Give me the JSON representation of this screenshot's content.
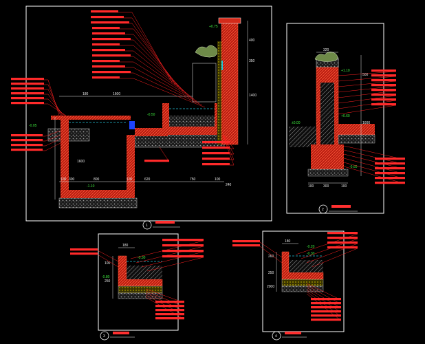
{
  "colors": {
    "background": "#000000",
    "frame": "#ffffff",
    "leader": "#ff2020",
    "dimension": "#e8e8e8",
    "elevation": "#3ee83e",
    "wall": "#d42a1a",
    "ground": "#8a8a8a",
    "accent_cyan": "#26c6da",
    "accent_yellow": "#e8d400"
  },
  "drawings": [
    {
      "id": "section-1",
      "number": "1"
    },
    {
      "id": "section-2",
      "number": "2"
    },
    {
      "id": "section-3",
      "number": "3"
    },
    {
      "id": "section-4",
      "number": "4"
    }
  ],
  "section1": {
    "horizontal_dims": [
      "100",
      "300",
      "800",
      "100",
      "620",
      "750",
      "100",
      "240"
    ],
    "top_dims": [
      "180",
      "1600"
    ],
    "vertical_dims": [
      "400",
      "350",
      "1400",
      "1600"
    ],
    "level_labels": [
      "-0.05",
      "-1.10",
      "-0.50",
      "+0.75"
    ]
  },
  "section2": {
    "top_dim": "320",
    "bottom_dims": [
      "100",
      "300",
      "100"
    ],
    "right_dims": [
      "500",
      "1600"
    ],
    "level_labels": [
      "+1.10",
      "+0.60",
      "±0.00",
      "-0.60"
    ]
  },
  "section3": {
    "top_dim": "180",
    "left_dims": [
      "100",
      "250"
    ],
    "level_labels": [
      "-0.30",
      "-0.80"
    ]
  },
  "section4": {
    "top_dim": "180",
    "left_dims": [
      "260",
      "250",
      "2000"
    ],
    "level_labels": [
      "-0.20",
      "-0.30"
    ]
  }
}
